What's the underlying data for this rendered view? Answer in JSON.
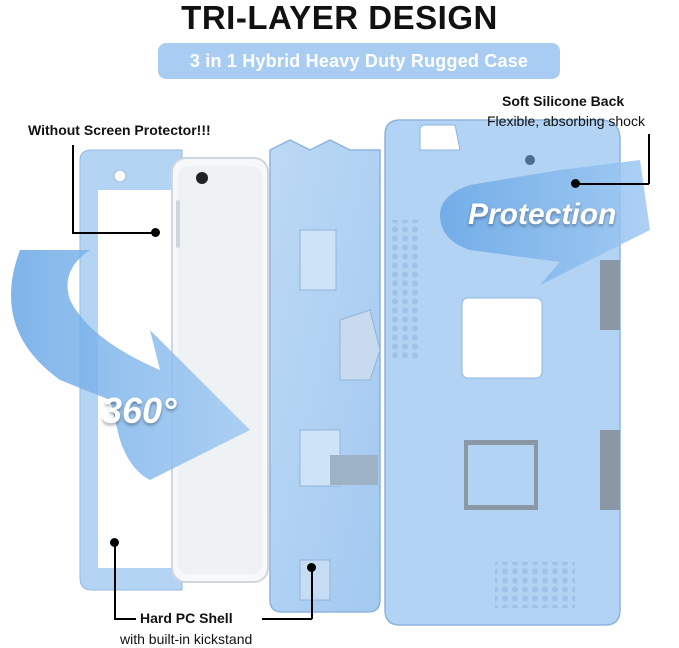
{
  "header": {
    "title": "TRI-LAYER DESIGN",
    "subtitle": "3 in 1 Hybrid Heavy Duty Rugged Case"
  },
  "callouts": {
    "screen": "Without Screen Protector!!!",
    "back_title": "Soft Silicone Back",
    "back_desc": "Flexible, absorbing shock",
    "shell_title": "Hard PC Shell",
    "shell_desc": "with built-in kickstand"
  },
  "overlays": {
    "protection": "Protection",
    "rotation": "360°"
  },
  "colors": {
    "case_blue": "#a9cdf2",
    "accent_blue": "#6aa8e6",
    "dark_gray": "#8a97a5"
  }
}
